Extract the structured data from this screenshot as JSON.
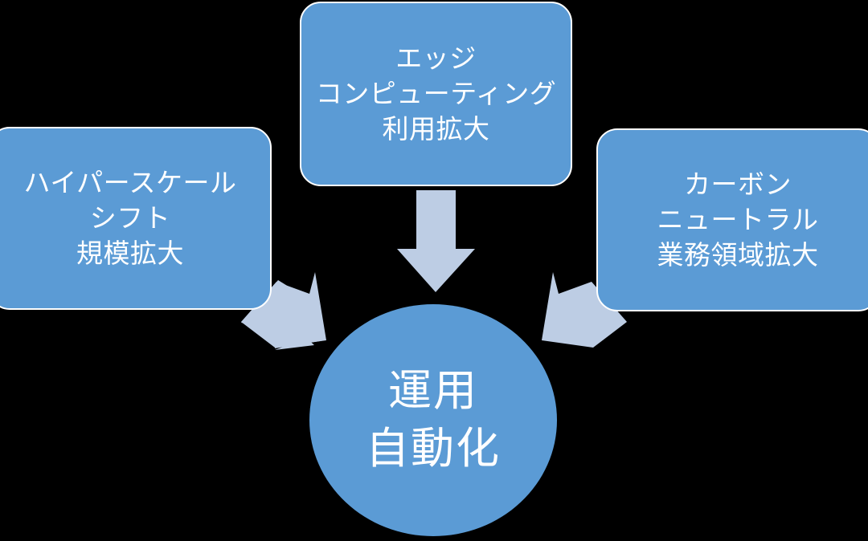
{
  "diagram": {
    "title_present": false,
    "background_color": "#000000",
    "node_fill_color": "#5B9BD5",
    "node_border_color": "#FFFFFF",
    "node_text_color": "#FFFFFF",
    "arrow_fill_color": "#BDCDE4",
    "type": "convergence",
    "nodes": [
      {
        "id": "hyperscale",
        "shape": "rounded-rectangle",
        "text": "ハイパースケール\nシフト\n規模拡大",
        "lines": [
          "ハイパースケール",
          "シフト",
          "規模拡大"
        ],
        "position": "left"
      },
      {
        "id": "edge-computing",
        "shape": "rounded-rectangle",
        "text": "エッジ\nコンピューティング\n利用拡大",
        "lines": [
          "エッジ",
          "コンピューティング",
          "利用拡大"
        ],
        "position": "top-center"
      },
      {
        "id": "carbon-neutral",
        "shape": "rounded-rectangle",
        "text": "カーボン\nニュートラル\n業務領域拡大",
        "lines": [
          "カーボン",
          "ニュートラル",
          "業務領域拡大"
        ],
        "position": "right"
      },
      {
        "id": "operations-automation",
        "shape": "circle",
        "text": "運用\n自動化",
        "lines": [
          "運用",
          "自動化"
        ],
        "position": "bottom-center"
      }
    ],
    "arrows": [
      {
        "id": "arrow-left-to-core",
        "from": "hyperscale",
        "to": "operations-automation",
        "direction": "down-right",
        "style": "block-arrow"
      },
      {
        "id": "arrow-top-to-core",
        "from": "edge-computing",
        "to": "operations-automation",
        "direction": "down",
        "style": "block-arrow"
      },
      {
        "id": "arrow-right-to-core",
        "from": "carbon-neutral",
        "to": "operations-automation",
        "direction": "down-left",
        "style": "block-arrow"
      }
    ]
  }
}
